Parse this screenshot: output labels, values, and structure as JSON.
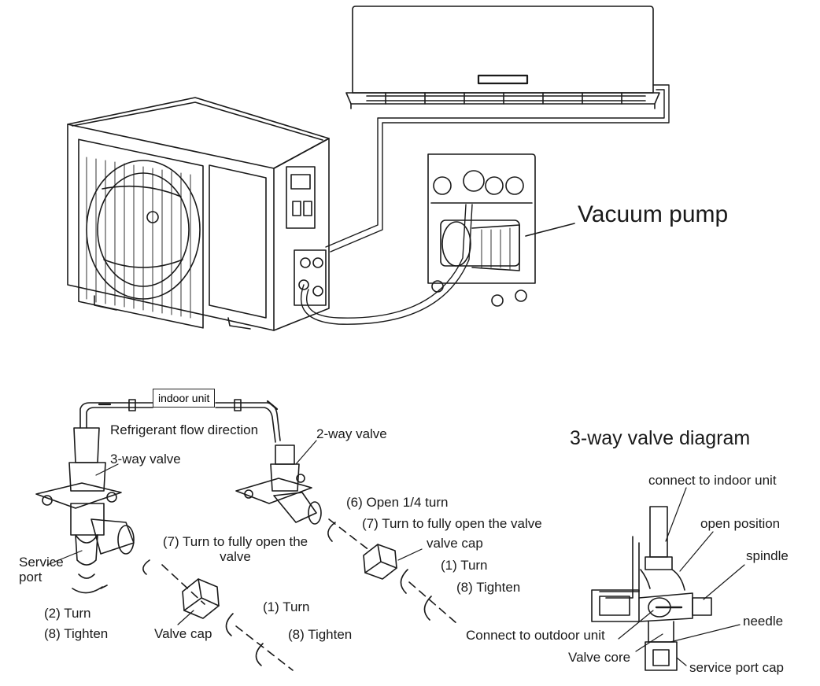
{
  "labels": {
    "vacuum_pump": "Vacuum pump",
    "indoor_unit_box": "indoor unit",
    "refrigerant_flow": "Refrigerant flow direction",
    "two_way_valve": "2-way valve",
    "three_way_valve": "3-way valve",
    "service_port": "Service port",
    "left_turn": "(2) Turn",
    "left_tighten": "(8) Tighten",
    "left_fully_open": "(7) Turn to fully open the valve",
    "left_valve_cap": "Valve cap",
    "left_cap_turn": "(1) Turn",
    "left_cap_tighten": "(8) Tighten",
    "right_open_quarter": "(6) Open 1/4 turn",
    "right_fully_open": "(7) Turn to fully open the valve",
    "right_valve_cap": "valve cap",
    "right_cap_turn": "(1) Turn",
    "right_cap_tighten": "(8) Tighten"
  },
  "three_way_diagram": {
    "title": "3-way valve diagram",
    "connect_indoor": "connect to indoor unit",
    "open_position": "open position",
    "spindle": "spindle",
    "needle": "needle",
    "connect_outdoor": "Connect to outdoor unit",
    "valve_core": "Valve core",
    "service_port_cap": "service port cap"
  }
}
